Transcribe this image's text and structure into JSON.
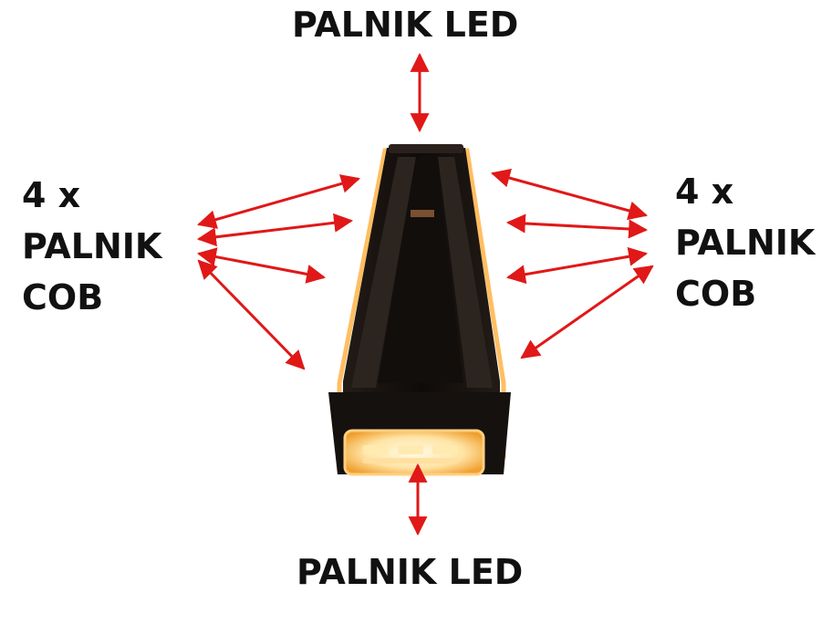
{
  "labels": {
    "top": "PALNIK LED",
    "bottom": "PALNIK LED",
    "left": [
      "4 x",
      "PALNIK",
      "COB"
    ],
    "right": [
      "4 x",
      "PALNIK",
      "COB"
    ]
  },
  "colors": {
    "arrow": "#e01818",
    "housing": "#1b1613",
    "glow": "#ffb347",
    "led_panel": "#fff3d6"
  }
}
